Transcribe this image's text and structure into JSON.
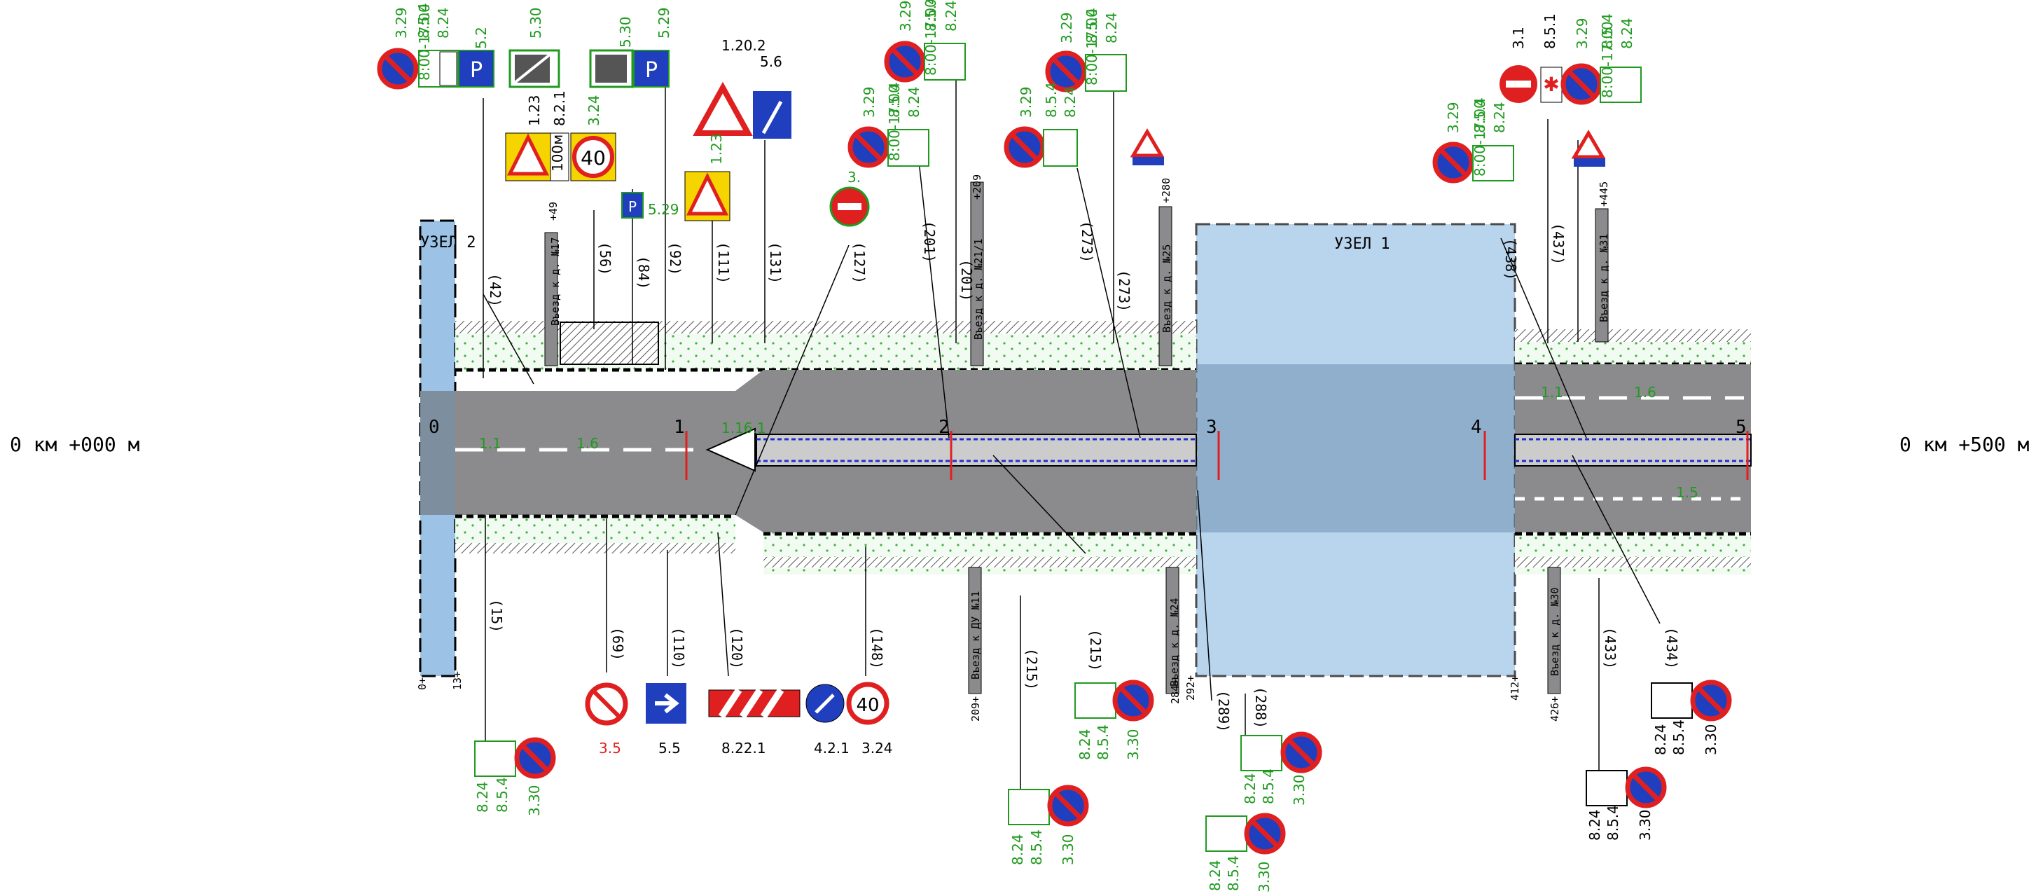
{
  "chainage": {
    "start": "0 км +000 м",
    "end": "0 км +500 м"
  },
  "nodes": {
    "node1": "УЗЕЛ 1",
    "node2": "УЗЕЛ 2"
  },
  "pickets": [
    "0",
    "1",
    "2",
    "3",
    "4",
    "5"
  ],
  "offsets": {
    "top": [
      "+49",
      "+209",
      "+280",
      "+445"
    ],
    "bottom": [
      "0+",
      "13+",
      "209+",
      "284+",
      "292+",
      "412+",
      "426+"
    ]
  },
  "driveways": {
    "d17": "Въезд к д. №17",
    "d21": "Въезд к д. №21/1",
    "d25": "Въезд к д. №25",
    "d31": "Въезд к д. №31",
    "dou11": "Въезд к ДУ №11",
    "d24": "Въезд к д. №24",
    "d30": "Въезд к д. №30"
  },
  "markings": {
    "m11": "1.1",
    "m16": "1.6",
    "m1161": "1.16.1",
    "m15": "1.5"
  },
  "positions": {
    "p42": "(42)",
    "p56": "(56)",
    "p84": "(84)",
    "p92": "(92)",
    "p111": "(111)",
    "p131": "(131)",
    "p127": "(127)",
    "p201": "(201)",
    "p201b": "(201)",
    "p273": "(273)",
    "p273b": "(273)",
    "p438": "(438)",
    "p437": "(437)",
    "p15": "(15)",
    "p69": "(69)",
    "p110": "(110)",
    "p120": "(120)",
    "p148": "(148)",
    "p215": "(215)",
    "p215b": "(215)",
    "p289": "(289)",
    "p288": "(288)",
    "p433": "(433)",
    "p434": "(434)"
  },
  "sign_codes": {
    "s329": "3.29",
    "s854": "8.5.4",
    "s824": "8.24",
    "s52": "5.2",
    "s530": "5.30",
    "s529": "5.29",
    "s123": "1.23",
    "s821": "8.2.1",
    "s324": "3.24",
    "s1202": "1.20.2",
    "s56": "5.6",
    "s31": "3.1",
    "s851": "8.5.1",
    "s330": "3.30",
    "s35": "3.5",
    "s55": "5.5",
    "s8221": "8.22.1",
    "s421": "4.2.1",
    "s3": "3.",
    "time": "8:00-17:00",
    "dist": "100м",
    "speed": "40",
    "prk": "P"
  },
  "colors": {
    "road": "#8b8b8d",
    "node_fill": "#9cc3e6",
    "green_label": "#1f9a1f",
    "sign_red": "#e02020",
    "sign_blue": "#1f3fbf",
    "sign_yellow": "#f5d400"
  }
}
